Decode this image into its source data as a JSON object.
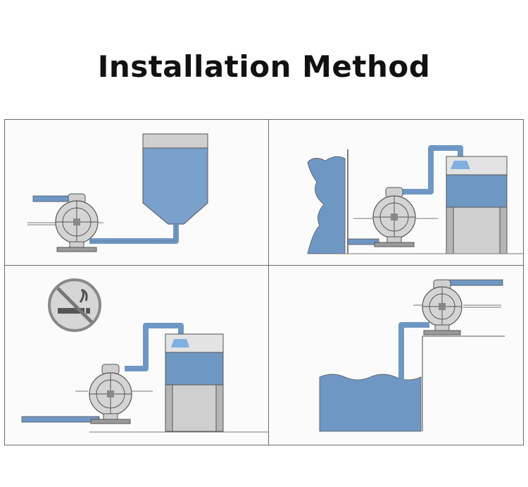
{
  "title": "Installation Method",
  "colors": {
    "liquid": "#6f97c4",
    "pipe": "#7aa0cc",
    "pump_body": "#c9c9c9",
    "tank_frame": "#a8a8a8",
    "outline": "#555555"
  },
  "panels": [
    {
      "name": "gravity-feed-from-elevated-tank"
    },
    {
      "name": "flooded-suction-from-tank-to-mixer"
    },
    {
      "name": "suction-with-no-smoking-warning"
    },
    {
      "name": "suction-lift-from-open-pool"
    }
  ],
  "icons": [
    "no-smoking-icon",
    "diaphragm-pump-icon"
  ]
}
